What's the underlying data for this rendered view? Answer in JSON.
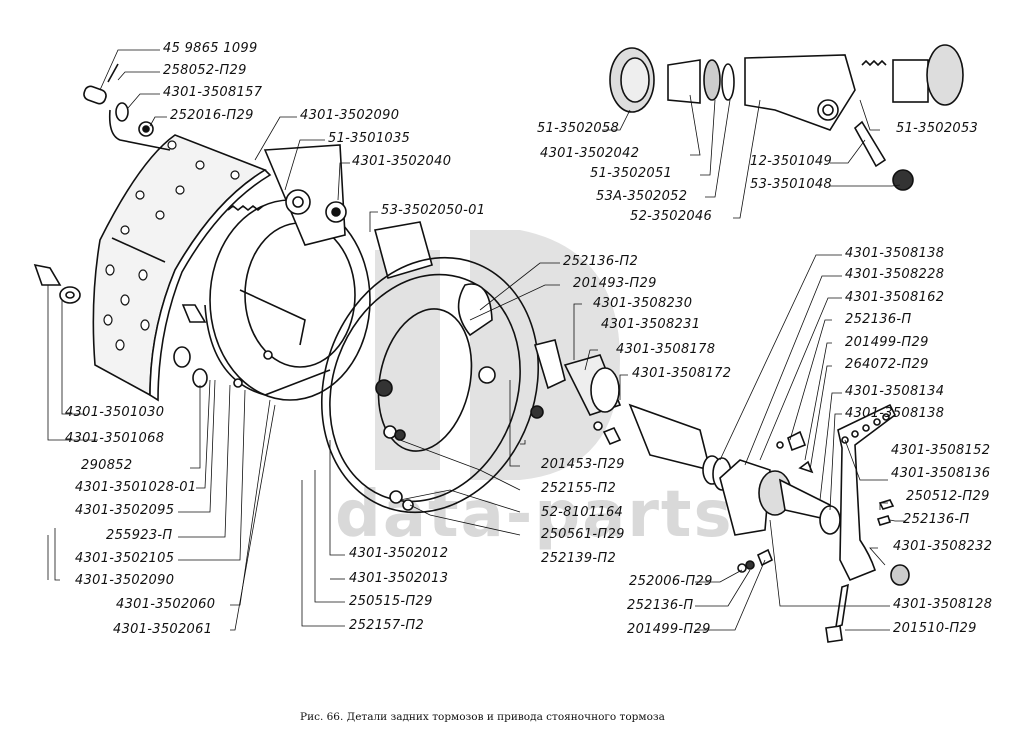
{
  "figure": {
    "caption": "Рис. 66.  Детали задних тормозов и привода стояночного тормоза",
    "watermark": "data-parts",
    "line_color": "#111111",
    "watermark_color": "#d9d9d9"
  },
  "callouts": {
    "top_left": [
      {
        "part": "45 9865 1099"
      },
      {
        "part": "258052-П29"
      },
      {
        "part": "4301-3508157"
      },
      {
        "part": "252016-П29"
      }
    ],
    "shoe_assembly": [
      {
        "part": "4301-3502090"
      },
      {
        "part": "51-3501035"
      },
      {
        "part": "4301-3502040"
      },
      {
        "part": "53-3502050-01"
      }
    ],
    "wheel_cylinder": [
      {
        "part": "51-3502058"
      },
      {
        "part": "4301-3502042"
      },
      {
        "part": "51-3502051"
      },
      {
        "part": "53А-3502052"
      },
      {
        "part": "52-3502046"
      },
      {
        "part": "51-3502053"
      },
      {
        "part": "12-3501049"
      },
      {
        "part": "53-3501048"
      }
    ],
    "backing_plate_top": [
      {
        "part": "252136-П2"
      },
      {
        "part": "201493-П29"
      },
      {
        "part": "4301-3508230"
      },
      {
        "part": "4301-3508231"
      },
      {
        "part": "4301-3508178"
      },
      {
        "part": "4301-3508172"
      }
    ],
    "parking_lever": [
      {
        "part": "4301-3508138"
      },
      {
        "part": "4301-3508228"
      },
      {
        "part": "4301-3508162"
      },
      {
        "part": "252136-П"
      },
      {
        "part": "201499-П29"
      },
      {
        "part": "264072-П29"
      },
      {
        "part": "4301-3508134"
      },
      {
        "part": "4301-3508138"
      },
      {
        "part": "4301-3508152"
      },
      {
        "part": "4301-3508136"
      },
      {
        "part": "250512-П29"
      },
      {
        "part": "252136-П"
      },
      {
        "part": "4301-3508232"
      },
      {
        "part": "4301-3508128"
      },
      {
        "part": "201510-П29"
      }
    ],
    "left_column": [
      {
        "part": "4301-3501030"
      },
      {
        "part": "4301-3501068"
      },
      {
        "part": "290852"
      },
      {
        "part": "4301-3501028-01"
      },
      {
        "part": "4301-3502095"
      },
      {
        "part": "255923-П"
      },
      {
        "part": "4301-3502105"
      },
      {
        "part": "4301-3502090"
      },
      {
        "part": "4301-3502060"
      },
      {
        "part": "4301-3502061"
      }
    ],
    "bottom_center": [
      {
        "part": "4301-3502012"
      },
      {
        "part": "4301-3502013"
      },
      {
        "part": "250515-П29"
      },
      {
        "part": "252157-П2"
      }
    ],
    "center_right": [
      {
        "part": "201453-П29"
      },
      {
        "part": "252155-П2"
      },
      {
        "part": "52-8101164"
      },
      {
        "part": "250561-П29"
      },
      {
        "part": "252139-П2"
      }
    ],
    "bottom_fasteners": [
      {
        "part": "252006-П29"
      },
      {
        "part": "252136-П"
      },
      {
        "part": "201499-П29"
      }
    ]
  }
}
